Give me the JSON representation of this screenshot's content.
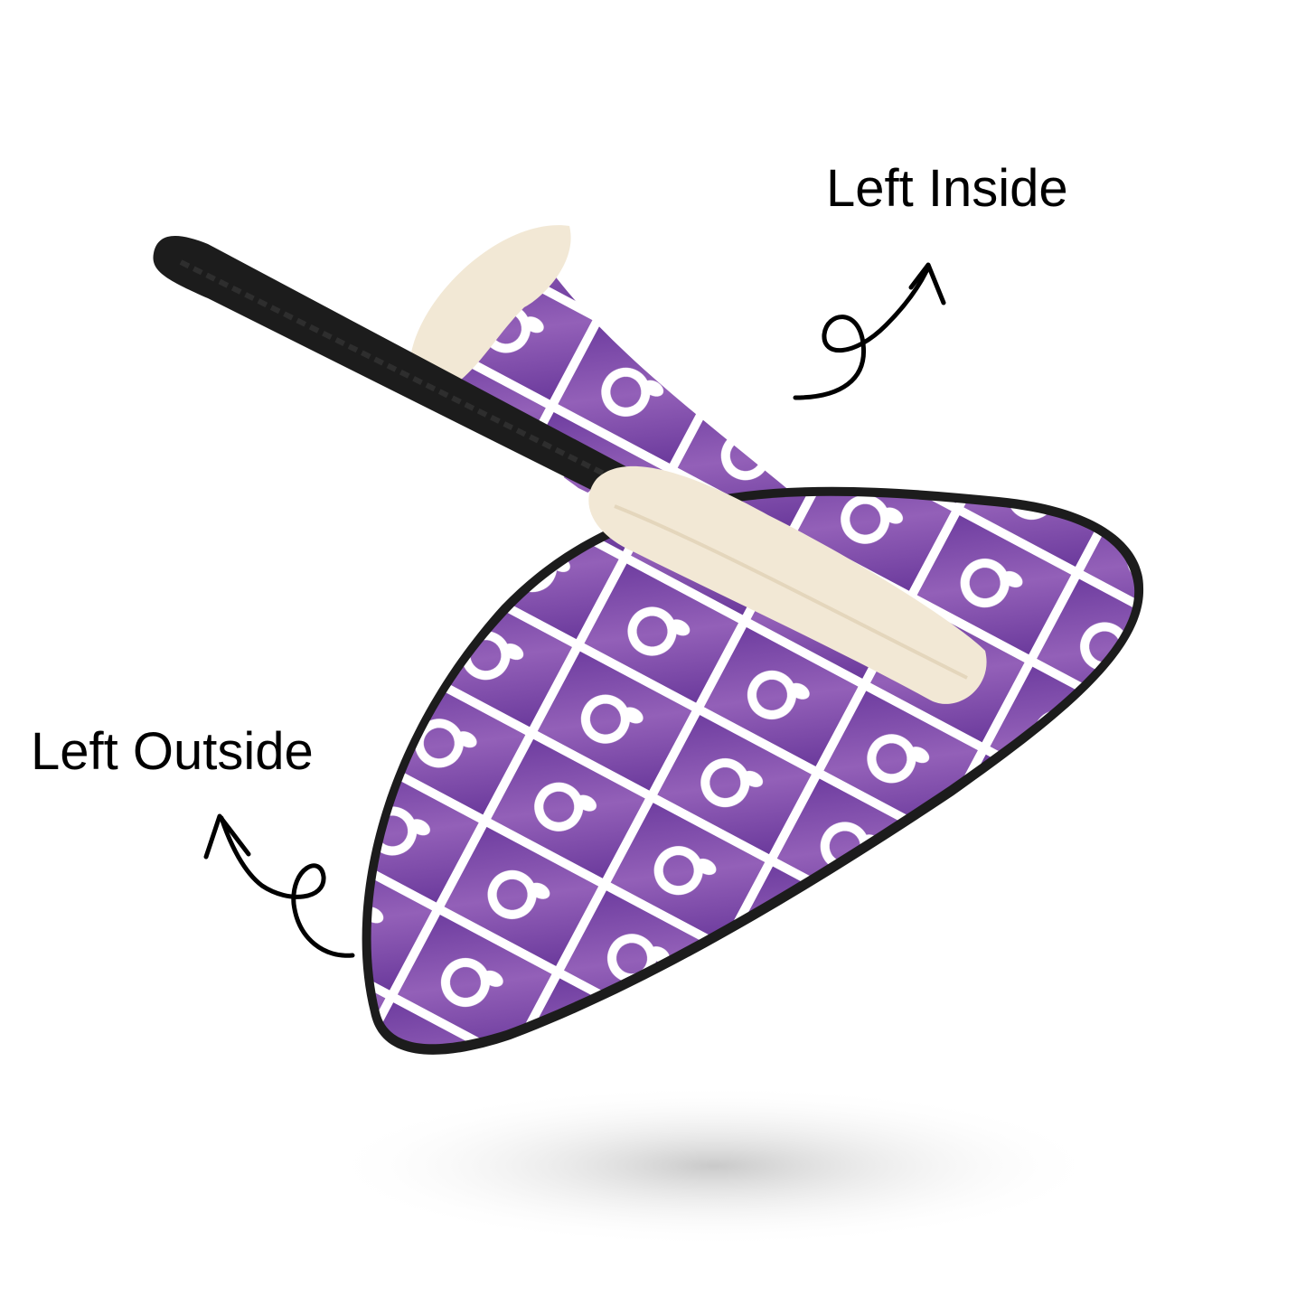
{
  "labels": {
    "inside": "Left Inside",
    "outside": "Left Outside"
  },
  "product": {
    "type": "slipper",
    "pattern_color": "#7a46a8",
    "pattern_highlight": "#9460b8",
    "fur_color": "#f2e8d5",
    "trim_color": "#1c1c1c",
    "logo": "dog-ring-logo"
  }
}
